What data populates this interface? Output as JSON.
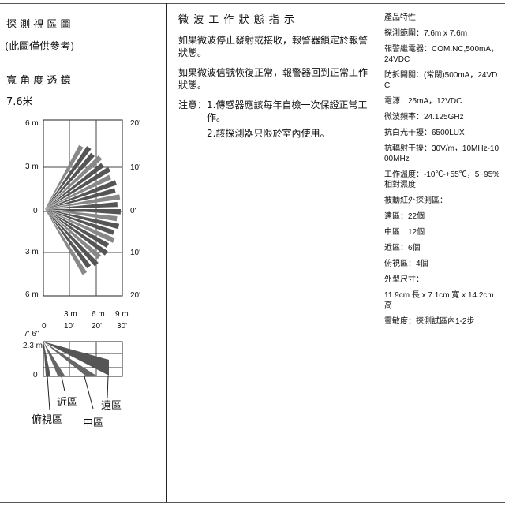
{
  "left": {
    "title": "探 測 視 區 圖",
    "note": "(此圖僅供參考)",
    "lens": "寬 角 度 透 鏡",
    "range": "7.6米",
    "top_view": {
      "left_ticks": [
        "6 m",
        "3 m",
        "0",
        "3 m",
        "6 m"
      ],
      "right_ticks": [
        "20'",
        "10'",
        "0'",
        "10'",
        "20'"
      ],
      "bottom_m": [
        "3 m",
        "6 m",
        "9 m"
      ],
      "bottom_ft": [
        "0'",
        "10'",
        "20'",
        "30'"
      ]
    },
    "side_view": {
      "height_ft": "7' 6''",
      "height_m": "2.3 m",
      "zero": "0",
      "labels": {
        "near": "近區",
        "far": "遠區",
        "look_down": "俯視區",
        "middle": "中區"
      }
    }
  },
  "middle": {
    "title": "微 波 工 作 狀 態 指 示",
    "lines": [
      "如果微波停止發射或接收，報警器鎖定於報警狀態。",
      "如果微波信號恢復正常，報警器回到正常工作狀態。"
    ],
    "note_label": "注意：",
    "notes": [
      "1.傳感器應該每年自檢一次保證正常工作。",
      "2.該探測器只限於室內使用。"
    ]
  },
  "right": {
    "title": "產品特性",
    "specs": [
      "探測範圍：7.6m x 7.6m",
      "報警繼電器：COM.NC,500mA，24VDC",
      "防拆開關：(常閉)500mA，24VDC",
      "電源：25mA，12VDC",
      "微波頻率：24.125GHz",
      "抗白光干擾：6500LUX",
      "抗輻射干擾：30V/m，10MHz-1000MHz",
      "工作溫度：-10℃-+55℃，5~95%相對濕度",
      "被動紅外探測區：",
      "遠區：22個",
      "中區：12個",
      "近區：6個",
      "俯視區：4個",
      "外型尺寸：",
      "11.9cm 長 x 7.1cm 寬 x 14.2cm 高",
      "靈敏度：探測試區內1-2步"
    ]
  }
}
